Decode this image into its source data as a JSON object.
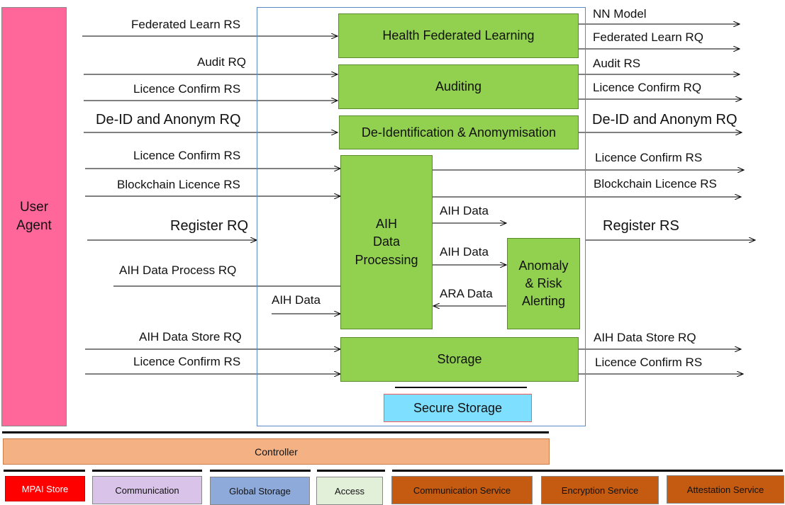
{
  "user_agent": "User\nAgent",
  "modules": {
    "hfl": "Health Federated Learning",
    "auditing": "Auditing",
    "deid": "De-Identification & Anomymisation",
    "aih_processing": "AIH\nData\nProcessing",
    "anomaly": "Anomaly\n& Risk\nAlerting",
    "storage": "Storage",
    "secure_storage": "Secure Storage"
  },
  "inputs": {
    "federated_learn_rs": "Federated Learn RS",
    "audit_rq": "Audit RQ",
    "licence_confirm_rs_1": "Licence Confirm RS",
    "deid_rq": "De-ID and Anonym RQ",
    "licence_confirm_rs_2": "Licence Confirm RS",
    "blockchain_licence_rs": "Blockchain Licence RS",
    "register_rq": "Register RQ",
    "aih_data_process_rq": "AIH Data Process RQ",
    "aih_data": "AIH Data",
    "aih_data_store_rq": "AIH Data Store RQ",
    "licence_confirm_rs_3": "Licence Confirm RS"
  },
  "internal": {
    "aih_data_1": "AIH Data",
    "aih_data_2": "AIH Data",
    "ara_data": "ARA Data"
  },
  "outputs": {
    "nn_model": "NN Model",
    "federated_learn_rq": "Federated Learn RQ",
    "audit_rs": "Audit RS",
    "licence_confirm_rq": "Licence Confirm RQ",
    "deid_rq": "De-ID and Anonym RQ",
    "licence_confirm_rs_1": "Licence Confirm RS",
    "blockchain_licence_rs": "Blockchain Licence RS",
    "register_rs": "Register RS",
    "aih_data_store_rq": "AIH Data Store RQ",
    "licence_confirm_rs_2": "Licence Confirm RS"
  },
  "controller": "Controller",
  "services": {
    "mpai_store": "MPAI Store",
    "communication": "Communication",
    "global_storage": "Global Storage",
    "access": "Access",
    "communication_service": "Communication Service",
    "encryption_service": "Encryption Service",
    "attestation_service": "Attestation Service"
  },
  "colors": {
    "user_agent": "#ff6699",
    "module_green": "#92d050",
    "secure_storage": "#7fdfff",
    "controller": "#f4b183",
    "mpai_store": "#ff0000",
    "communication": "#d9c3e9",
    "global_storage": "#8eaadb",
    "access": "#e2efd9",
    "service_orange": "#c55a11"
  }
}
